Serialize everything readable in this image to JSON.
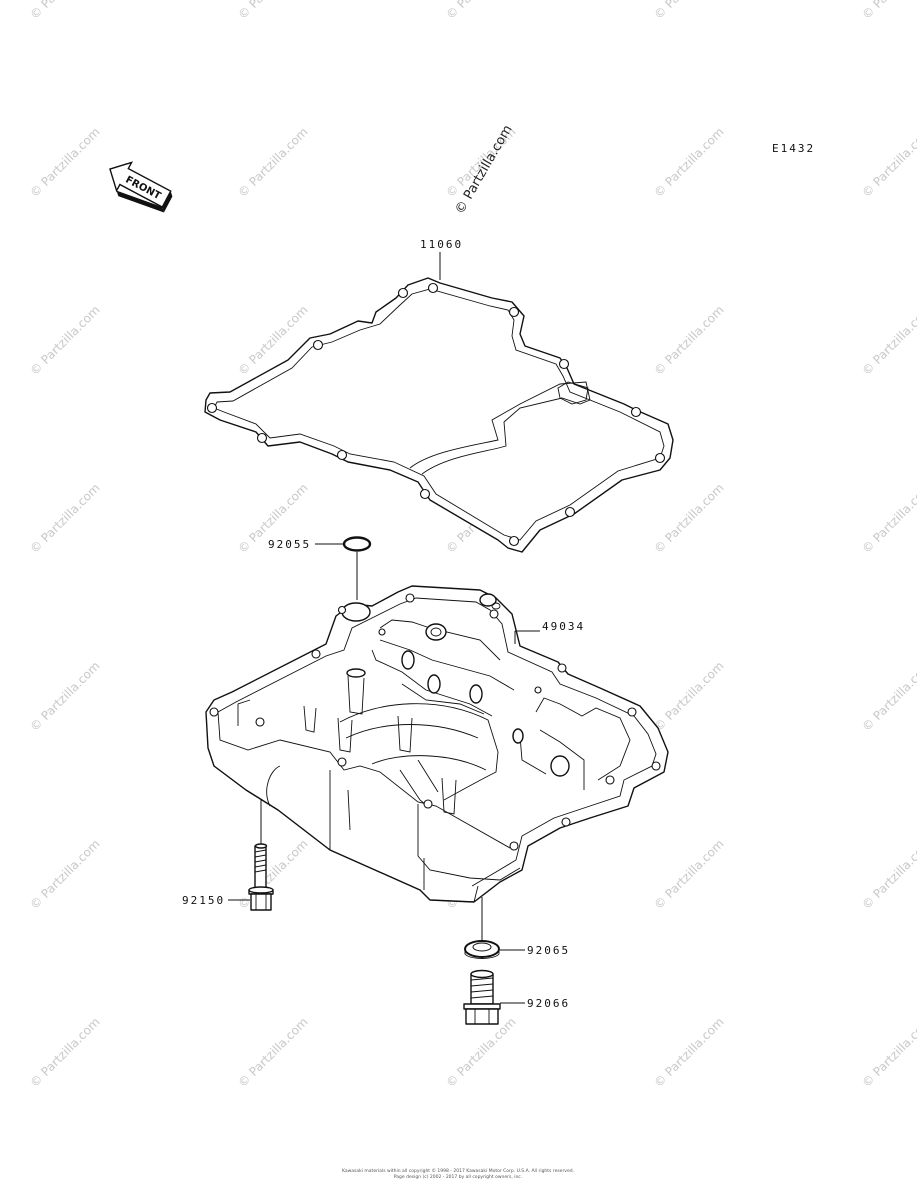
{
  "diagram_id": "E1432",
  "front_arrow_label": "FRONT",
  "watermark_text": "© Partzilla.com",
  "center_watermark_text": "© Partzilla.com",
  "footer": {
    "line1": "Kawasaki materials within all copyright © 1998 - 2017 Kawasaki Motor Corp. U.S.A. All rights reserved.",
    "line2": "Page design (c) 2002 - 2017 by all copyright owners, inc."
  },
  "parts": [
    {
      "number": "11060",
      "name": "gasket"
    },
    {
      "number": "92055",
      "name": "o-ring"
    },
    {
      "number": "49034",
      "name": "oil-pan"
    },
    {
      "number": "92150",
      "name": "bolt"
    },
    {
      "number": "92065",
      "name": "washer"
    },
    {
      "number": "92066",
      "name": "drain-plug"
    }
  ],
  "colors": {
    "line": "#111111",
    "watermark": "#c8c8c8",
    "background": "#ffffff"
  }
}
